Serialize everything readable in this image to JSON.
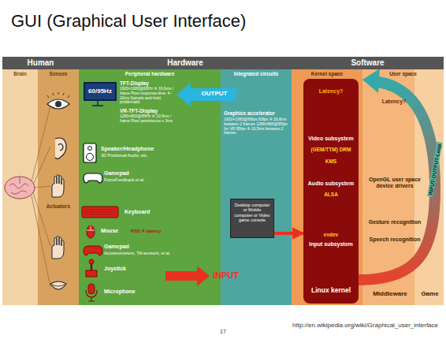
{
  "diagram": {
    "title": "GUI (Graphical User Interface)",
    "nodes": [
      {
        "text": [
          "Human"
        ]
      },
      {
        "text": [
          "Hardware"
        ]
      },
      {
        "text": [
          "Software"
        ]
      },
      {
        "text": [
          "Brain"
        ]
      },
      {
        "text": [
          "Senses",
          "Actuators"
        ]
      },
      {
        "text": [
          "Peripheral hardware"
        ]
      },
      {
        "text": [
          "Integrated circuits"
        ]
      },
      {
        "text": [
          "Kernel space"
        ]
      },
      {
        "text": [
          "User space"
        ]
      },
      {
        "text": [
          "60/95Hz"
        ],
        "in": 5
      },
      {
        "text": [
          "Desktop computer or Mobile computer or Video game console"
        ],
        "in": 6
      },
      {
        "text": [
          "Latency?",
          "Video subsystem",
          "(GEM/TTM) DRM",
          "KMS",
          "Audio subsystem",
          "ALSA",
          "evdev",
          "Input subsystem",
          "Linux kernel"
        ],
        "in": 7
      }
    ],
    "edges": [
      {
        "from": 10,
        "to": 11,
        "arrow": "to"
      }
    ],
    "labels": [
      "TFT-Display",
      "1920×1080@60Hz ≙ 16,6ms / frame Pixel response time: 4–20ms Sample-and-hold, problematic",
      "VR-TFT-Display",
      "1280×800@95Hz ≙ 10,5ms / frame Pixel persistence ≤ 3ms",
      "OUTPUT",
      "Graphics accelerator",
      "1920×1080@60fps 60fps ≙ 16,6ms between 2 frames 1280×800@95fps for VR 95fps ≙ 10,5ms between 2 frames",
      "Speaker/Headphone",
      "3D Positional Audio, etc.",
      "Gamepad",
      "ForceFeedback et al.",
      "Keyboard",
      "Mouse",
      "PS/2 ≙ latency",
      "Gamepad",
      "Accelerometers, Tilt-sensors, et al.",
      "Joystick",
      "Microphone",
      "INPUT",
      "Latency?",
      "OpenGL user space device drivers",
      "Gesture recognition",
      "Speech recognition",
      "INPUT-OUTPUT-Loop",
      "Middleware",
      "Game",
      "http://en.wikipedia.org/wiki/Graphical_user_interface",
      "17"
    ]
  }
}
